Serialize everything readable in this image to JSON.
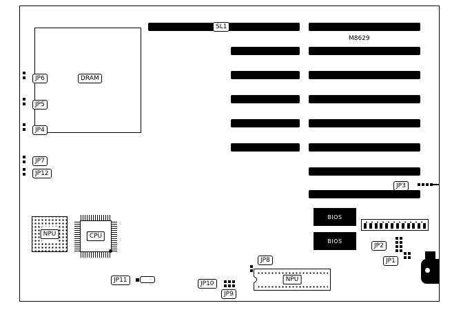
{
  "diagram": {
    "model": "M8629",
    "slot_label": "SL1",
    "dram": "DRAM",
    "bios_top": "BIOS",
    "bios_bottom": "BIOS",
    "npu_socket": "NPU",
    "cpu": "CPU",
    "npu_dip": "NPU",
    "jp1": "JP1",
    "jp2": "JP2",
    "jp3": "JP3",
    "jp4": "JP4",
    "jp5": "JP5",
    "jp6": "JP6",
    "jp7": "JP7",
    "jp8": "JP8",
    "jp9": "JP9",
    "jp10": "JP10",
    "jp11": "JP11",
    "jp12": "JP12"
  },
  "colors": {
    "line": "#000000",
    "fill": "#000000",
    "background": "#ffffff",
    "bios_text": "#ffffff"
  }
}
